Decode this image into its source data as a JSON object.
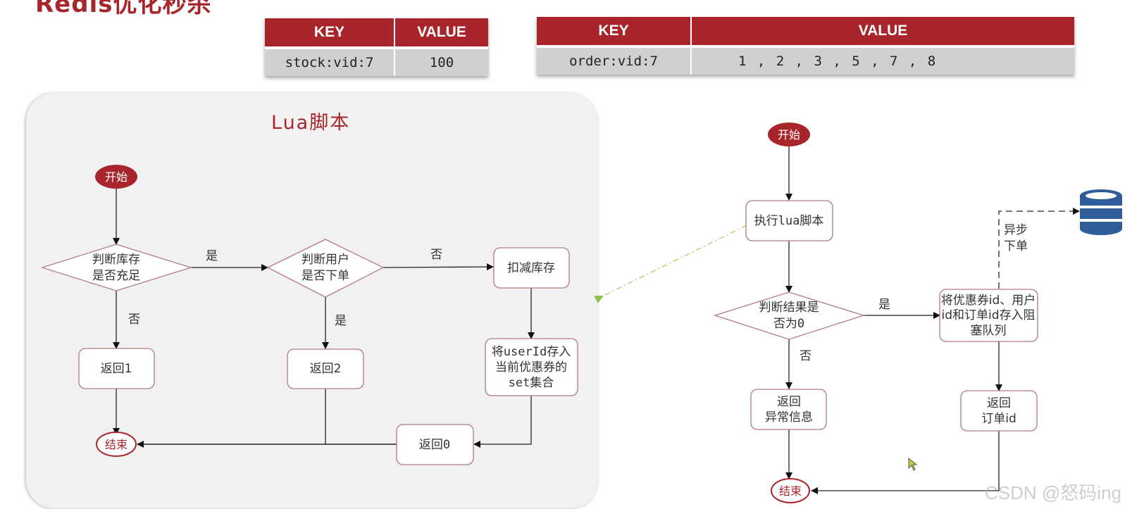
{
  "page": {
    "title": "Redis优化秒杀"
  },
  "stock_table": {
    "headers": [
      "KEY",
      "VALUE"
    ],
    "row": {
      "key": "stock:vid:7",
      "value": "100"
    }
  },
  "order_table": {
    "headers": [
      "KEY",
      "VALUE"
    ],
    "row": {
      "key": "order:vid:7",
      "value": "1 , 2 , 3 , 5 , 7 , 8"
    }
  },
  "lua_panel": {
    "title": "Lua脚本",
    "nodes": {
      "start": "开始",
      "check_stock": [
        "判断库存",
        "是否充足"
      ],
      "check_user": [
        "判断用户",
        "是否下单"
      ],
      "deduct_stock": "扣减库存",
      "save_user": [
        "将userId存入",
        "当前优惠券的",
        "set集合"
      ],
      "return1": "返回1",
      "return2": "返回2",
      "return0": "返回0",
      "end": "结束"
    },
    "edge_labels": {
      "stock_yes": "是",
      "stock_no": "否",
      "user_yes": "是",
      "user_no": "否"
    }
  },
  "main_flow": {
    "nodes": {
      "start": "开始",
      "run_lua": "执行lua脚本",
      "check_result": [
        "判断结果是",
        "否为0"
      ],
      "enqueue": [
        "将优惠券id、用户",
        "id和订单id存入阻",
        "塞队列"
      ],
      "return_error": [
        "返回",
        "异常信息"
      ],
      "return_order": [
        "返回",
        "订单id"
      ],
      "end": "结束"
    },
    "edge_labels": {
      "result_yes": "是",
      "result_no": "否",
      "async": [
        "异步",
        "下单"
      ]
    },
    "database_icon": "database-icon"
  },
  "colors": {
    "brand_red": "#a8262b",
    "node_border": "#b07a80",
    "db_blue": "#2f5d99",
    "link_green": "#9cc85a"
  },
  "watermark": "CSDN @怒码ing"
}
